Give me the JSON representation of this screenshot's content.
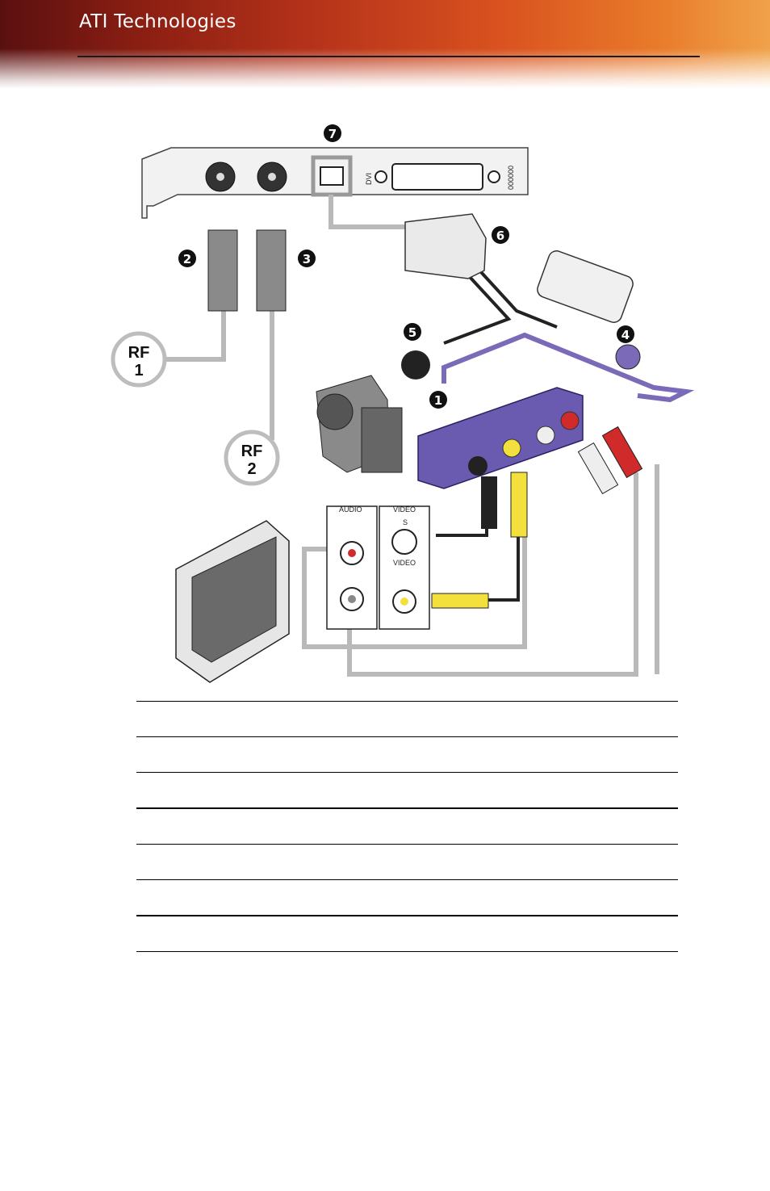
{
  "header": {
    "brand": "ATI Technologies"
  },
  "diagram": {
    "callouts": [
      "1",
      "2",
      "3",
      "4",
      "5",
      "6",
      "7"
    ],
    "rf1_top": "RF",
    "rf1_bottom": "1",
    "rf2_top": "RF",
    "rf2_bottom": "2",
    "tv_panel_audio": "AUDIO",
    "tv_panel_video": "VIDEO",
    "tv_panel_s": "S",
    "tv_panel_video2": "VIDEO",
    "dvi_label": "DVI",
    "bracket_code": "000000"
  },
  "table": {
    "rows": 7
  }
}
